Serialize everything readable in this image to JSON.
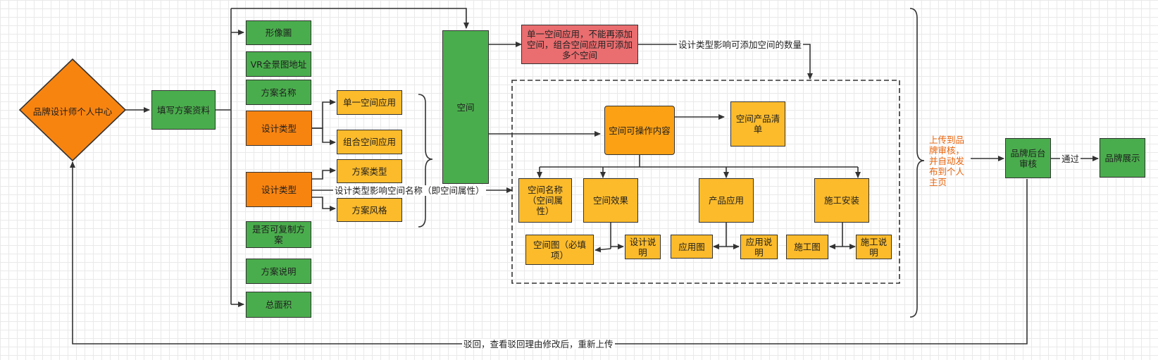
{
  "diagram": {
    "nodes": {
      "designer_center": "品牌设计师个人中心",
      "fill_plan": "填写方案资料",
      "image_circle": "形像圖",
      "vr_address": "VR全景图地址",
      "plan_name": "方案名称",
      "design_type_1": "设计类型",
      "single_space_app": "单一空间应用",
      "combo_space_app": "组合空间应用",
      "plan_type": "方案类型",
      "design_type_2": "设计类型",
      "plan_style": "方案风格",
      "copyable_plan": "是否可复制方案",
      "plan_desc": "方案说明",
      "total_area": "总面积",
      "space": "空间",
      "space_rule": "单一空间应用，不能再添加空间，组合空间应用可添加多个空间",
      "space_operable": "空间可操作内容",
      "space_product_list": "空间产品清单",
      "space_name_attr": "空间名称（空间属性）",
      "space_effect": "空间效果",
      "product_application": "产品应用",
      "construction_install": "施工安装",
      "space_image_required": "空间图（必填项）",
      "design_desc": "设计说明",
      "application_image": "应用图",
      "application_desc": "应用说明",
      "construction_image": "施工图",
      "construction_desc": "施工说明",
      "upload_review_note": "上传到品牌审核，并自动发布到个人主页",
      "brand_backend_review": "品牌后台审核",
      "brand_display": "品牌展示"
    },
    "labels": {
      "type_affects_count": "设计类型影响可添加空间的数量",
      "type_affects_name": "设计类型影响空间名称（即空间属性）",
      "pass": "通过",
      "reject": "驳回，查看驳回理由修改后，重新上传"
    },
    "colors": {
      "green": "#4aad4d",
      "orange": "#f88410",
      "yellow": "#fcbb2b",
      "red": "#ea6d6f",
      "amber": "#fca114",
      "line": "#333333",
      "note_text": "#e8630a"
    }
  }
}
